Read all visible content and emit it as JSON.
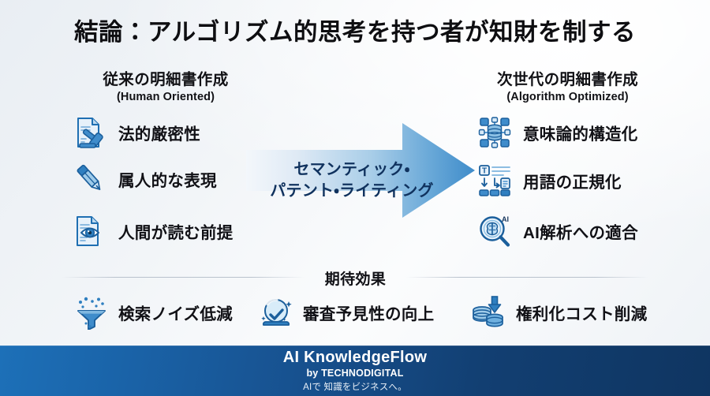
{
  "title": "結論：アルゴリズム的思考を持つ者が知財を制する",
  "columns": {
    "left": {
      "heading": "従来の明細書作成",
      "subheading": "(Human Oriented)",
      "items": [
        {
          "label": "法的厳密性",
          "icon": "document-gavel-icon"
        },
        {
          "label": "属人的な表現",
          "icon": "pen-icon"
        },
        {
          "label": "人間が読む前提",
          "icon": "document-eye-icon"
        }
      ]
    },
    "right": {
      "heading": "次世代の明細書作成",
      "subheading": "(Algorithm Optimized)",
      "items": [
        {
          "label": "意味論的構造化",
          "icon": "knowledge-graph-database-icon"
        },
        {
          "label": "用語の正規化",
          "icon": "text-normalization-icon"
        },
        {
          "label": "AI解析への適合",
          "icon": "magnifier-brain-ai-icon",
          "badge": "AI"
        }
      ]
    }
  },
  "arrow": {
    "line1": "セマンティック・",
    "line2": "パテント・ライティング",
    "color_start": "#eef4fa",
    "color_end": "#4a97d2",
    "text_color": "#10325e"
  },
  "effects": {
    "section_title": "期待効果",
    "items": [
      {
        "label": "検索ノイズ低減",
        "icon": "funnel-icon"
      },
      {
        "label": "審査予見性の向上",
        "icon": "crystal-ball-check-icon"
      },
      {
        "label": "権利化コスト削減",
        "icon": "coins-down-arrow-icon"
      }
    ]
  },
  "footer": {
    "brand": "AI KnowledgeFlow",
    "by": "by TECHNODIGITAL",
    "tagline": "AIで 知識をビジネスへ。",
    "gradient_start": "#1d70b8",
    "gradient_end": "#0f3561"
  },
  "palette": {
    "icon_blue": "#1f6fb2",
    "icon_fill": "#cfe3f5",
    "ink": "#111116"
  }
}
